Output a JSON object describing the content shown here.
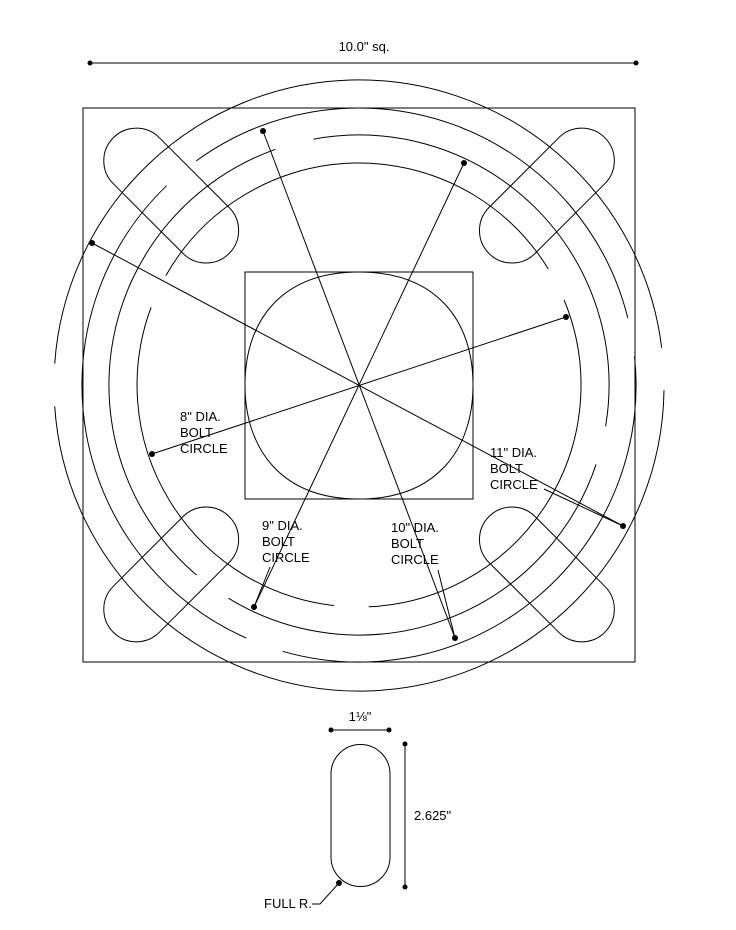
{
  "drawing": {
    "overall_dimension": "10.0\" sq.",
    "slot_width": "1⅛\"",
    "slot_length": "2.625\"",
    "slot_end_note": "FULL R.",
    "callouts": {
      "bc8": [
        "8\" DIA.",
        "BOLT",
        "CIRCLE"
      ],
      "bc9": [
        "9\" DIA.",
        "BOLT",
        "CIRCLE"
      ],
      "bc10": [
        "10\" DIA.",
        "BOLT",
        "CIRCLE"
      ],
      "bc11": [
        "11\" DIA.",
        "BOLT",
        "CIRCLE"
      ]
    }
  },
  "colors": {
    "line": "#000000",
    "background": "#ffffff"
  }
}
